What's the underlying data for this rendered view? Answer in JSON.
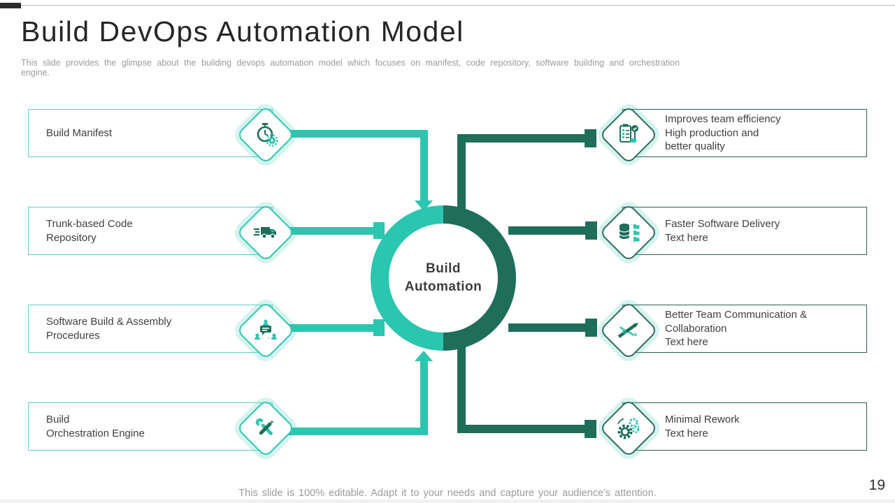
{
  "slide": {
    "title": "Build DevOps Automation Model",
    "subtitle": "This slide provides the glimpse about the building devops automation model which focuses on manifest, code repository, software building and orchestration engine.",
    "footer": "This slide is 100% editable. Adapt it to your needs and capture your audience's attention.",
    "page_number": "19"
  },
  "center": {
    "lines": [
      "Build",
      "Automation"
    ]
  },
  "left_items": [
    {
      "lines": [
        "Build Manifest"
      ],
      "icon": "stopwatch-gear-icon"
    },
    {
      "lines": [
        "Trunk-based Code",
        "Repository"
      ],
      "icon": "delivery-truck-icon"
    },
    {
      "lines": [
        "Software Build & Assembly",
        "Procedures"
      ],
      "icon": "team-discussion-icon"
    },
    {
      "lines": [
        "Build",
        "Orchestration Engine"
      ],
      "icon": "crossed-tools-icon"
    }
  ],
  "right_items": [
    {
      "lines": [
        "Improves team efficiency",
        "High production and",
        "better quality"
      ],
      "icon": "clipboard-check-icon"
    },
    {
      "lines": [
        "Faster Software Delivery",
        "Text here"
      ],
      "icon": "database-transfer-icon"
    },
    {
      "lines": [
        "Better Team Communication &",
        "Collaboration",
        "Text here"
      ],
      "icon": "growth-arrow-icon"
    },
    {
      "lines": [
        "Minimal Rework",
        "Text here"
      ],
      "icon": "gears-icon"
    }
  ],
  "colors": {
    "teal": "#2BC6AF",
    "dark_green": "#1E6E5A",
    "left_box_border": "#5FD1C2",
    "right_box_border": "#2F5D54",
    "text_dark": "#3F3F3F",
    "muted_gray": "#9B9B9B"
  }
}
